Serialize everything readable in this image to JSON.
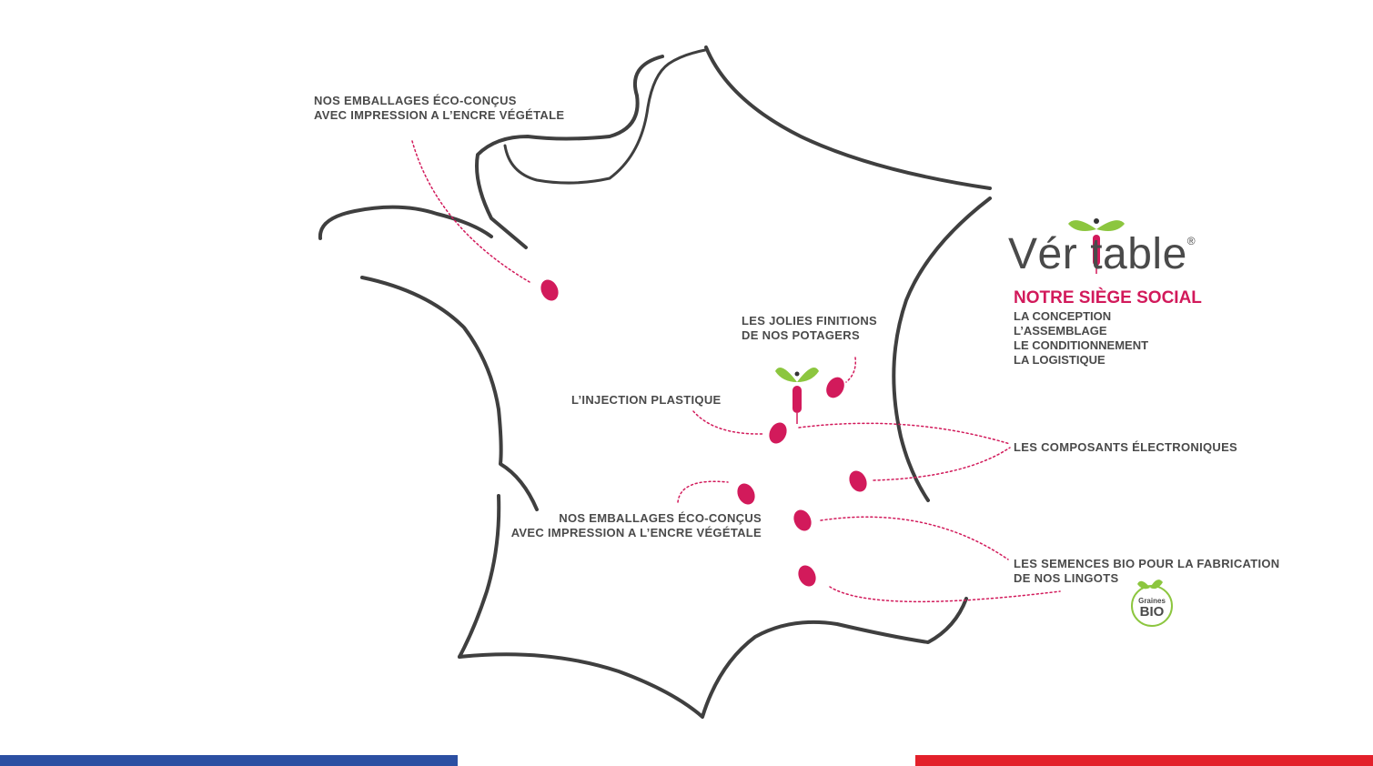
{
  "brand": {
    "name_prefix": "Vér",
    "name_suffix": "table",
    "registered": "®"
  },
  "headquarters": {
    "title": "NOTRE SIÈGE SOCIAL",
    "items": [
      "LA CONCEPTION",
      "L’ASSEMBLAGE",
      "LE CONDITIONNEMENT",
      "LA LOGISTIQUE"
    ]
  },
  "labels": {
    "packaging_west": [
      "NOS EMBALLAGES ÉCO-CONÇUS",
      "AVEC IMPRESSION A L’ENCRE VÉGÉTALE"
    ],
    "finishing": [
      "LES JOLIES FINITIONS",
      "DE NOS POTAGERS"
    ],
    "injection": "L’INJECTION PLASTIQUE",
    "electronics": "LES COMPOSANTS ÉLECTRONIQUES",
    "packaging_south": [
      "NOS EMBALLAGES ÉCO-CONÇUS",
      "AVEC IMPRESSION A L’ENCRE VÉGÉTALE"
    ],
    "seeds": [
      "LES SEMENCES BIO POUR LA FABRICATION",
      "DE NOS LINGOTS"
    ]
  },
  "badge": {
    "top": "Graines",
    "bottom": "BIO"
  },
  "colors": {
    "accent": "#d21a5b",
    "outline": "#3f3f3f",
    "text": "#4a4a4a",
    "leaf": "#8cc63f",
    "flag_blue": "#2b4fa2",
    "flag_red": "#e3202a"
  }
}
